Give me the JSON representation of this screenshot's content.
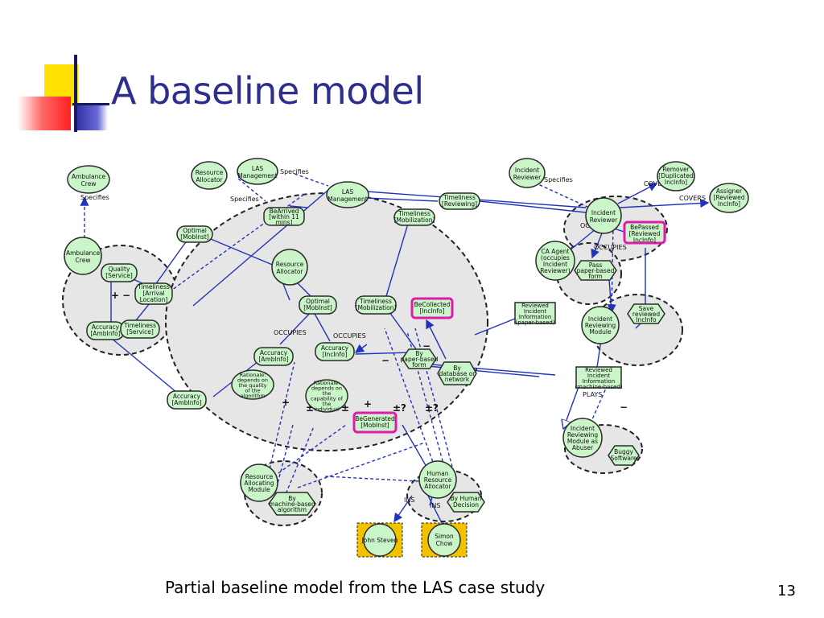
{
  "slide": {
    "title": "A baseline model",
    "caption": "Partial baseline model from the LAS case study",
    "page_number": "13"
  },
  "colors": {
    "title": "#2e2e8e",
    "node_fill": "#c9f5c9",
    "node_stroke": "#2a2a2a",
    "link": "#2233bb",
    "boundary_fill": "#e6e6e6",
    "highlight": "#e01ab0",
    "agent_fill": "#f2c200"
  },
  "diagram": {
    "nodes": [
      {
        "id": "ambulance_crew_top",
        "lines": [
          "Ambulance",
          "Crew"
        ],
        "shape": "ellipse"
      },
      {
        "id": "resource_allocator_top",
        "lines": [
          "Resource",
          "Allocator"
        ],
        "shape": "ellipse"
      },
      {
        "id": "las_management_top",
        "lines": [
          "LAS",
          "Management"
        ],
        "shape": "ellipse"
      },
      {
        "id": "las_management",
        "lines": [
          "LAS",
          "Management"
        ],
        "shape": "ellipse"
      },
      {
        "id": "incident_reviewer_top",
        "lines": [
          "Incident",
          "Reviewer"
        ],
        "shape": "ellipse"
      },
      {
        "id": "remover",
        "lines": [
          "Remover",
          "[Duplicated",
          "IncInfo]"
        ],
        "shape": "ellipse"
      },
      {
        "id": "assigner",
        "lines": [
          "Assigner",
          "[Reviewed",
          "IncInfo]"
        ],
        "shape": "ellipse"
      },
      {
        "id": "be_arrived",
        "lines": [
          "BeArrived",
          "[within 11",
          "mins]"
        ],
        "shape": "roundrect"
      },
      {
        "id": "timeliness_reviewing",
        "lines": [
          "Timeliness",
          "[Reviewing]"
        ],
        "shape": "cloud"
      },
      {
        "id": "timeliness_mobilization_top",
        "lines": [
          "Timeliness",
          "[Mobilization]"
        ],
        "shape": "cloud"
      },
      {
        "id": "optimal_mobinst_left",
        "lines": [
          "Optimal",
          "[MobInst]"
        ],
        "shape": "cloud"
      },
      {
        "id": "incident_reviewer",
        "lines": [
          "Incident",
          "Reviewer"
        ],
        "shape": "circle"
      },
      {
        "id": "be_passed",
        "lines": [
          "BePassed",
          "[Reviewed",
          "IncInfo]"
        ],
        "shape": "roundrect"
      },
      {
        "id": "ambulance_crew",
        "lines": [
          "Ambulance",
          "Crew"
        ],
        "shape": "circle"
      },
      {
        "id": "quality_service",
        "lines": [
          "Quality",
          "[Service]"
        ],
        "shape": "cloud"
      },
      {
        "id": "timeliness_arrival",
        "lines": [
          "Timeliness",
          "[Arrival",
          "Location]"
        ],
        "shape": "cloud"
      },
      {
        "id": "accuracy_ambinfo_left",
        "lines": [
          "Accuracy",
          "[AmbInfo]"
        ],
        "shape": "cloud"
      },
      {
        "id": "timeliness_service",
        "lines": [
          "Timeliness",
          "[Service]"
        ],
        "shape": "cloud"
      },
      {
        "id": "resource_allocator",
        "lines": [
          "Resource",
          "Allocator"
        ],
        "shape": "circle"
      },
      {
        "id": "optimal_mobinst",
        "lines": [
          "Optimal",
          "[MobInst]"
        ],
        "shape": "cloud"
      },
      {
        "id": "timeliness_mobilization",
        "lines": [
          "Timeliness",
          "[Mobilization]"
        ],
        "shape": "cloud"
      },
      {
        "id": "be_collected",
        "lines": [
          "BeCollected",
          "[IncInfo]"
        ],
        "shape": "roundrect"
      },
      {
        "id": "accuracy_ambinfo",
        "lines": [
          "Accuracy",
          "[AmbInfo]"
        ],
        "shape": "cloud"
      },
      {
        "id": "accuracy_incinfo",
        "lines": [
          "Accuracy",
          "[IncInfo]"
        ],
        "shape": "cloud"
      },
      {
        "id": "by_paper_form",
        "lines": [
          "By",
          "paper-based",
          "form"
        ],
        "shape": "hexagon"
      },
      {
        "id": "by_database",
        "lines": [
          "By",
          "database or",
          "network"
        ],
        "shape": "hexagon"
      },
      {
        "id": "rationale_algorithm",
        "lines": [
          "Rationale:",
          "depends on",
          "the quality",
          "of the",
          "algorithm"
        ],
        "shape": "cloud"
      },
      {
        "id": "rationale_capability",
        "lines": [
          "Rationale:",
          "depends on",
          "the",
          "capability of",
          "the",
          "individual"
        ],
        "shape": "cloud"
      },
      {
        "id": "be_generated",
        "lines": [
          "BeGenerated",
          "[MobInst]"
        ],
        "shape": "roundrect"
      },
      {
        "id": "accuracy_ambinfo_out",
        "lines": [
          "Accuracy",
          "[AmbInfo]"
        ],
        "shape": "cloud"
      },
      {
        "id": "ca_agent",
        "lines": [
          "CA Agent",
          "(occupies",
          "Incident",
          "Reviewer)"
        ],
        "shape": "circle"
      },
      {
        "id": "pass_paper_form",
        "lines": [
          "Pass",
          "paper-based",
          "form"
        ],
        "shape": "hexagon"
      },
      {
        "id": "reviewed_info_paper",
        "lines": [
          "Reviewed",
          "Incident",
          "Information",
          "(paper-based)"
        ],
        "shape": "rect"
      },
      {
        "id": "incident_reviewing_module",
        "lines": [
          "Incident",
          "Reviewing",
          "Module"
        ],
        "shape": "circle"
      },
      {
        "id": "save_reviewed",
        "lines": [
          "Save",
          "reviewed",
          "IncInfo"
        ],
        "shape": "hexagon"
      },
      {
        "id": "reviewed_info_machine",
        "lines": [
          "Reviewed",
          "Incident",
          "Information",
          "(machine-based)"
        ],
        "shape": "rect"
      },
      {
        "id": "abuser_module",
        "lines": [
          "Incident",
          "Reviewing",
          "Module as",
          "Abuser"
        ],
        "shape": "circle"
      },
      {
        "id": "buggy_software",
        "lines": [
          "Buggy",
          "Software"
        ],
        "shape": "hexagon"
      },
      {
        "id": "resource_allocating_module",
        "lines": [
          "Resource",
          "Allocating",
          "Module"
        ],
        "shape": "circle"
      },
      {
        "id": "by_machine_algorithm",
        "lines": [
          "By",
          "machine-based",
          "algorithm"
        ],
        "shape": "hexagon"
      },
      {
        "id": "human_resource_allocator",
        "lines": [
          "Human",
          "Resource",
          "Allocator"
        ],
        "shape": "circle"
      },
      {
        "id": "by_human_decision",
        "lines": [
          "By Human",
          "Decision"
        ],
        "shape": "hexagon"
      },
      {
        "id": "john_steven",
        "lines": [
          "John Steven"
        ],
        "shape": "agent"
      },
      {
        "id": "simon_chow",
        "lines": [
          "Simon",
          "Chow"
        ],
        "shape": "agent"
      }
    ],
    "link_labels": [
      {
        "id": "specifies_amb",
        "text": "Specifies"
      },
      {
        "id": "specifies_las_top",
        "text": "Specifies"
      },
      {
        "id": "specifies_res",
        "text": "Specifies"
      },
      {
        "id": "specifies_inc",
        "text": "Specifies"
      },
      {
        "id": "covers_remover",
        "text": "COVERS"
      },
      {
        "id": "covers_assigner",
        "text": "COVERS"
      },
      {
        "id": "occupies_ir",
        "text": "OCCUPIES"
      },
      {
        "id": "occupies_bepassed",
        "text": "OCCUPIES"
      },
      {
        "id": "occupies_left",
        "text": "OCCUPIES"
      },
      {
        "id": "occupies_right",
        "text": "OCCUPIES"
      },
      {
        "id": "plays",
        "text": "PLAYS"
      },
      {
        "id": "ins_left",
        "text": "INS"
      },
      {
        "id": "ins_right",
        "text": "INS"
      }
    ],
    "contribution_labels": [
      {
        "id": "c1",
        "text": "+"
      },
      {
        "id": "c2",
        "text": "+"
      },
      {
        "id": "c3",
        "text": "+"
      },
      {
        "id": "c4",
        "text": "±"
      },
      {
        "id": "c5",
        "text": "±"
      },
      {
        "id": "c6",
        "text": "±?"
      },
      {
        "id": "c7",
        "text": "±?"
      },
      {
        "id": "c8",
        "text": "−"
      },
      {
        "id": "c9",
        "text": "−"
      },
      {
        "id": "c10",
        "text": "−"
      },
      {
        "id": "c11",
        "text": "−"
      }
    ]
  }
}
